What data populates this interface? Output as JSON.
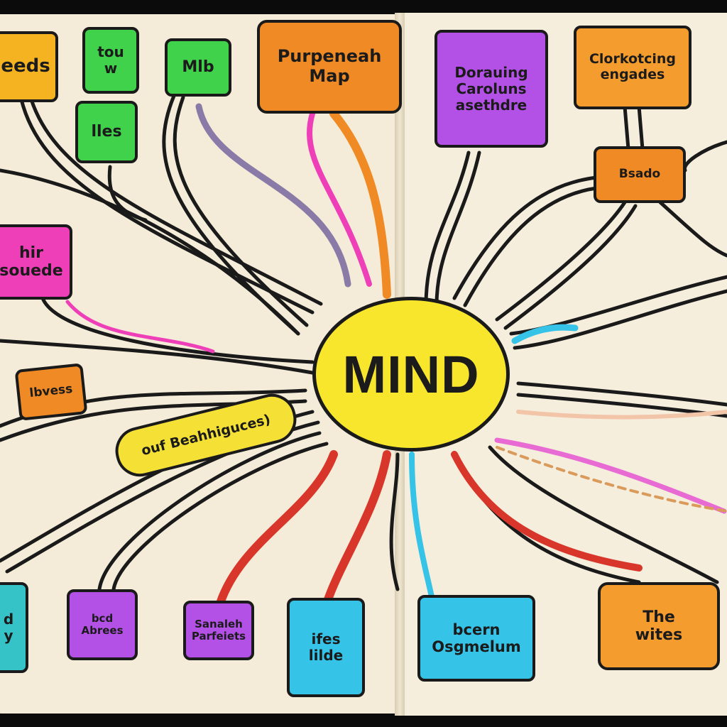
{
  "center_label": "MIND",
  "colors": {
    "page": "#f4ecd8",
    "center": "#f7e62c",
    "line": "#1a1a1a",
    "orange": "#f08a24",
    "green": "#3fd24a",
    "purple": "#b350e6",
    "magenta": "#ee3fb8",
    "cyan": "#35c3e8",
    "yellow": "#f5e135"
  },
  "nodes": {
    "top_left_1": "eeds",
    "top_left_2": "tou\nw",
    "top_left_3": "lles",
    "top_left_4": "Mlb",
    "top_center": "Purpeneah\nMap",
    "top_right_1": "Dorauing\nCaroluns\nasethdre",
    "top_right_2": "Clorkotcing\nengades",
    "right_mid": "Bsado",
    "left_mid": "hir\nsouede",
    "left_lower": "lbvess",
    "pill": "ouf Beahhiguces)",
    "bottom_1": "d\ny",
    "bottom_2": "bcd\nAbrees",
    "bottom_3": "Sanaleh\nParfeiets",
    "bottom_4": "ifes\nlilde",
    "bottom_5": "bcern\nOsgmelum",
    "bottom_6": "The\nwites"
  }
}
